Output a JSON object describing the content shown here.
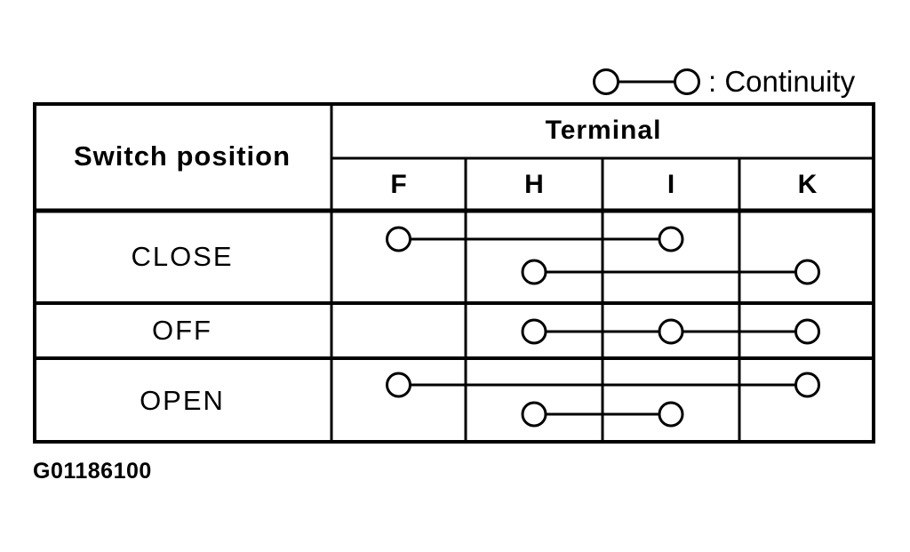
{
  "legend": {
    "symbol": "circle-line-circle",
    "label": ": Continuity"
  },
  "table": {
    "corner_header": "Switch position",
    "terminal_group_header": "Terminal",
    "terminals": [
      "F",
      "H",
      "I",
      "K"
    ],
    "rows": [
      {
        "label": "CLOSE",
        "connections": [
          {
            "terminals": [
              "F",
              "I"
            ]
          },
          {
            "terminals": [
              "H",
              "K"
            ]
          }
        ]
      },
      {
        "label": "OFF",
        "connections": [
          {
            "terminals": [
              "H",
              "I",
              "K"
            ]
          }
        ]
      },
      {
        "label": "OPEN",
        "connections": [
          {
            "terminals": [
              "F",
              "K"
            ]
          },
          {
            "terminals": [
              "H",
              "I"
            ]
          }
        ]
      }
    ]
  },
  "caption": "G01186100",
  "colors": {
    "ink": "#000000",
    "background": "#ffffff"
  }
}
